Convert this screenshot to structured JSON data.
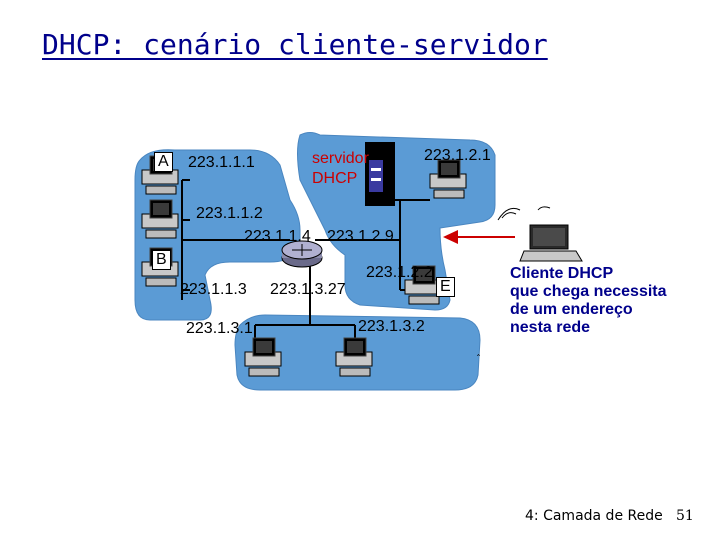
{
  "title": "DHCP: cenário cliente-servidor",
  "labels": {
    "host_a": "A",
    "host_b": "B",
    "host_e": "E",
    "ip_223_1_1_1": "223.1.1.1",
    "ip_223_1_1_2": "223.1.1.2",
    "ip_223_1_1_3": "223.1.1.3",
    "ip_223_1_1_4": "223.1.1.4",
    "ip_223_1_2_1": "223.1.2.1",
    "ip_223_1_2_9": "223.1.2.9",
    "ip_223_1_2_2": "223.1.2.2",
    "ip_223_1_3_27": "223.1.3.27",
    "ip_223_1_3_1": "223.1.3.1",
    "ip_223_1_3_2": "223.1.3.2",
    "server_line1": "servidor",
    "server_line2": "DHCP"
  },
  "note": {
    "line1": "Cliente DHCP",
    "line2": "que chega necessita",
    "line3": "de um endereço",
    "line4": "nesta rede"
  },
  "footer": {
    "chapter": "4: Camada de Rede",
    "page": "51"
  },
  "colors": {
    "title": "#00008b",
    "server_label": "#cc0000",
    "network_blob": "#5b9bd5",
    "arrow": "#cc0000",
    "note": "#00008b"
  }
}
